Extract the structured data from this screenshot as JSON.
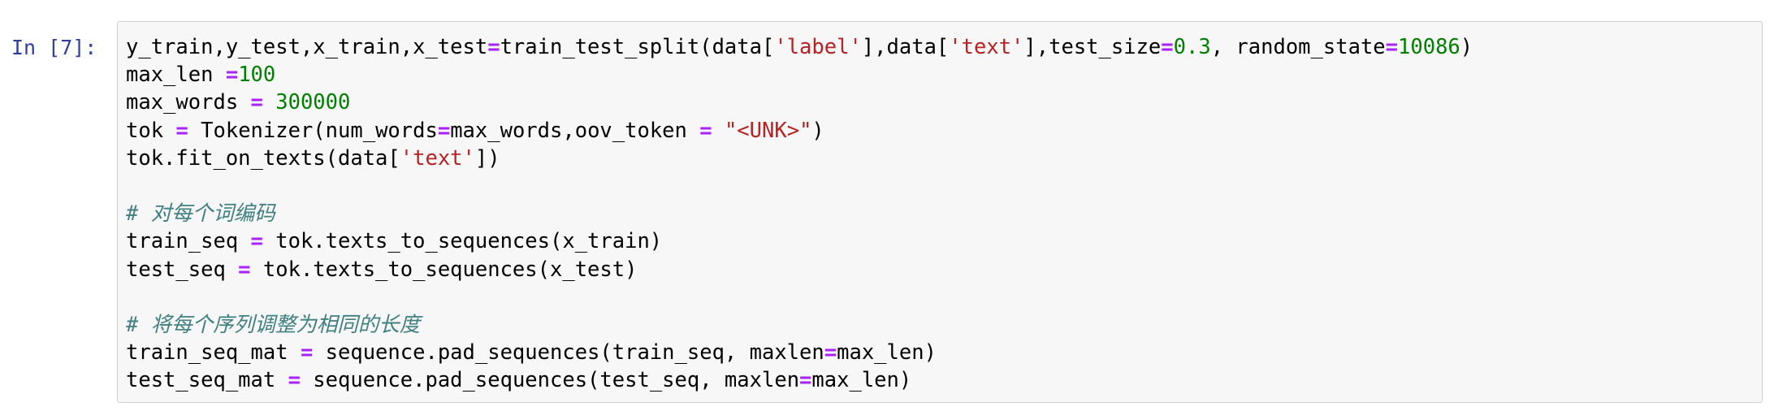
{
  "cell": {
    "prompt": "In [7]:",
    "lines": [
      [
        {
          "t": "y_train,y_test,x_train,x_test"
        },
        {
          "t": "=",
          "c": "o"
        },
        {
          "t": "train_test_split(data["
        },
        {
          "t": "'label'",
          "c": "s"
        },
        {
          "t": "],data["
        },
        {
          "t": "'text'",
          "c": "s"
        },
        {
          "t": "],test_size"
        },
        {
          "t": "=",
          "c": "o"
        },
        {
          "t": "0.3",
          "c": "n"
        },
        {
          "t": ", random_state"
        },
        {
          "t": "=",
          "c": "o"
        },
        {
          "t": "10086",
          "c": "n"
        },
        {
          "t": ")"
        }
      ],
      [
        {
          "t": "max_len "
        },
        {
          "t": "=",
          "c": "o"
        },
        {
          "t": "100",
          "c": "n"
        }
      ],
      [
        {
          "t": "max_words "
        },
        {
          "t": "=",
          "c": "o"
        },
        {
          "t": " "
        },
        {
          "t": "300000",
          "c": "n"
        }
      ],
      [
        {
          "t": "tok "
        },
        {
          "t": "=",
          "c": "o"
        },
        {
          "t": " Tokenizer(num_words"
        },
        {
          "t": "=",
          "c": "o"
        },
        {
          "t": "max_words,oov_token "
        },
        {
          "t": "=",
          "c": "o"
        },
        {
          "t": " "
        },
        {
          "t": "\"<UNK>\"",
          "c": "s"
        },
        {
          "t": ")"
        }
      ],
      [
        {
          "t": "tok.fit_on_texts(data["
        },
        {
          "t": "'text'",
          "c": "s"
        },
        {
          "t": "])"
        }
      ],
      [],
      [
        {
          "t": "# 对每个词编码",
          "c": "c"
        }
      ],
      [
        {
          "t": "train_seq "
        },
        {
          "t": "=",
          "c": "o"
        },
        {
          "t": " tok.texts_to_sequences(x_train)"
        }
      ],
      [
        {
          "t": "test_seq "
        },
        {
          "t": "=",
          "c": "o"
        },
        {
          "t": " tok.texts_to_sequences(x_test)"
        }
      ],
      [],
      [
        {
          "t": "# 将每个序列调整为相同的长度",
          "c": "c"
        }
      ],
      [
        {
          "t": "train_seq_mat "
        },
        {
          "t": "=",
          "c": "o"
        },
        {
          "t": " sequence.pad_sequences(train_seq, maxlen"
        },
        {
          "t": "=",
          "c": "o"
        },
        {
          "t": "max_len)"
        }
      ],
      [
        {
          "t": "test_seq_mat "
        },
        {
          "t": "=",
          "c": "o"
        },
        {
          "t": " sequence.pad_sequences(test_seq, maxlen"
        },
        {
          "t": "=",
          "c": "o"
        },
        {
          "t": "max_len)"
        }
      ]
    ]
  },
  "colors": {
    "prompt": "#303f9f",
    "operator": "#aa22ff",
    "string": "#ba2121",
    "number": "#008000",
    "comment": "#408080",
    "cell_background": "#f7f7f7",
    "cell_border": "#cfcfcf"
  }
}
